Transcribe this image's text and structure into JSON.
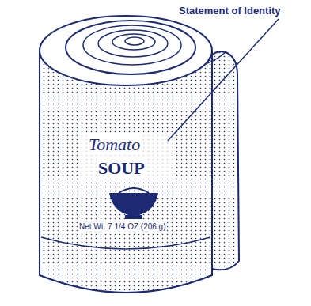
{
  "diagram": {
    "labels": [
      "Statement of Identity",
      "Tomato",
      "SOUP",
      "Net Wt. 7 1/4 OZ.(206 g)"
    ]
  }
}
